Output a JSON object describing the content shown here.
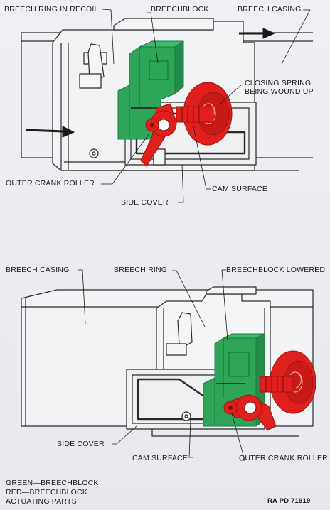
{
  "top_diagram": {
    "labels": {
      "breech_ring_in_recoil": "BREECH RING IN RECOIL",
      "breechblock": "BREECHBLOCK",
      "breech_casing": "BREECH CASING",
      "closing_spring_line1": "CLOSING SPRING",
      "closing_spring_line2": "BEING WOUND UP",
      "outer_crank_roller": "OUTER CRANK ROLLER",
      "cam_surface": "CAM SURFACE",
      "side_cover": "SIDE COVER"
    }
  },
  "bottom_diagram": {
    "labels": {
      "breech_casing": "BREECH CASING",
      "breech_ring": "BREECH RING",
      "breechblock_lowered": "BREECHBLOCK LOWERED",
      "side_cover": "SIDE COVER",
      "cam_surface": "CAM SURFACE",
      "outer_crank_roller": "OUTER CRANK ROLLER"
    }
  },
  "legend": {
    "line1": "GREEN—BREECHBLOCK",
    "line2": "RED—BREECHBLOCK",
    "line3": "ACTUATING PARTS"
  },
  "reference": "RA PD 71919",
  "colors": {
    "green": "#2fa559",
    "green_dark": "#1d7a3f",
    "red": "#e0201c",
    "red_dark": "#a41410",
    "line": "#2a2a2a"
  }
}
